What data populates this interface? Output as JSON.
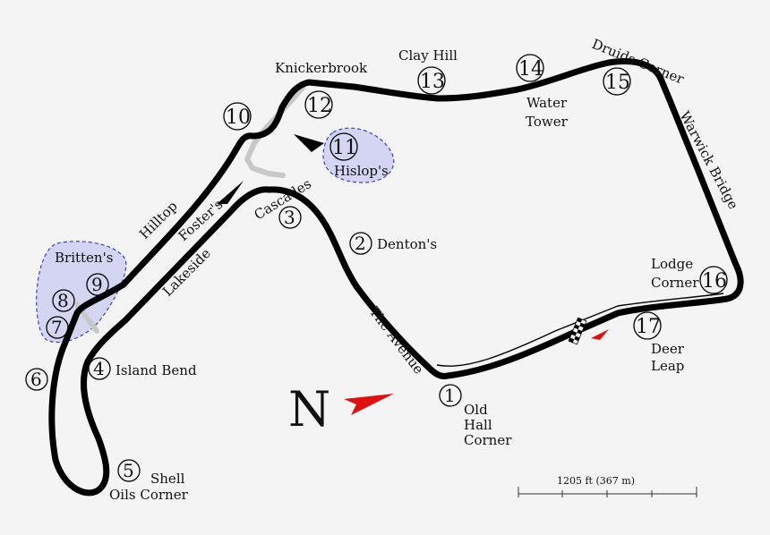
{
  "colors": {
    "track": "#000000",
    "old_track": "#c8c8c8",
    "highlight_fill": "#d3d5f2",
    "highlight_stroke": "#3b3fbf",
    "north_arrow": "#e01010",
    "background": "#f4f4f4"
  },
  "icons": {
    "north_arrow": "north-arrow-icon",
    "finish_line": "chequered-flag-icon",
    "start_arrow": "start-arrow-icon"
  },
  "north": "N",
  "scale": "1205 ft (367 m)",
  "corners": [
    {
      "num": "1",
      "name": "Old Hall Corner"
    },
    {
      "num": "2",
      "name": "Denton's"
    },
    {
      "num": "3",
      "name": "Cascades"
    },
    {
      "num": "4",
      "name": "Island Bend"
    },
    {
      "num": "5",
      "name": "Shell Oils Corner"
    },
    {
      "num": "6",
      "name": ""
    },
    {
      "num": "7",
      "name": ""
    },
    {
      "num": "8",
      "name": ""
    },
    {
      "num": "9",
      "name": ""
    },
    {
      "num": "10",
      "name": ""
    },
    {
      "num": "11",
      "name": "Hislop's"
    },
    {
      "num": "12",
      "name": ""
    },
    {
      "num": "13",
      "name": "Clay Hill"
    },
    {
      "num": "14",
      "name": "Water Tower"
    },
    {
      "num": "15",
      "name": "Druids Corner"
    },
    {
      "num": "16",
      "name": "Lodge Corner"
    },
    {
      "num": "17",
      "name": "Deer Leap"
    }
  ],
  "labels": {
    "knickerbrook": "Knickerbrook",
    "clay_hill": "Clay Hill",
    "druids": "Druids Corner",
    "water": "Water",
    "tower": "Tower",
    "warwick": "Warwick Bridge",
    "hislops": "Hislop's",
    "lodge": "Lodge",
    "corner": "Corner",
    "deer": "Deer",
    "leap": "Leap",
    "dentons": "Denton's",
    "the_avenue": "The Avenue",
    "old": "Old",
    "hall": "Hall",
    "old_hall_corner": "Corner",
    "cascades": "Cascades",
    "fosters": "Foster's",
    "hilltop": "Hilltop",
    "lakeside": "Lakeside",
    "brittens": "Britten's",
    "island_bend": "Island Bend",
    "shell": "Shell",
    "oils_corner": "Oils Corner"
  }
}
